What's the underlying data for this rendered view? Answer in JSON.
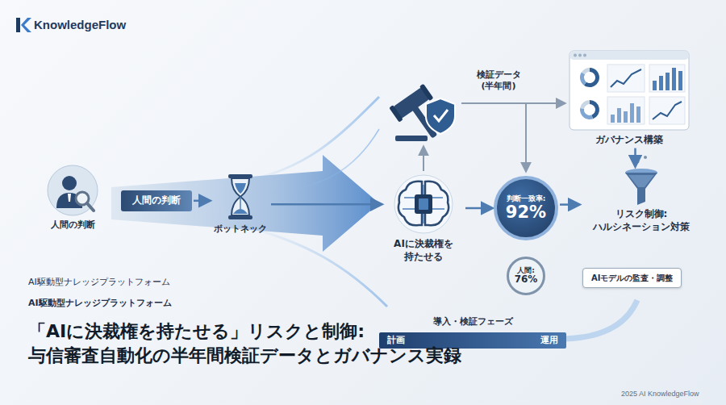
{
  "diagram": {
    "title": "「AIに決裁権を持たせる」リスクと制御: 与信審査自動化の半年間検証データとガバナンス実録",
    "nodes": [
      {
        "text": [
          "人間の判断"
        ]
      },
      {
        "text": [
          "人間の判断"
        ]
      },
      {
        "text": [
          "ボットネック"
        ]
      },
      {
        "text": [
          "AIに決裁権を 持たせる"
        ]
      },
      {
        "text": [
          "ガバナンス構築"
        ]
      },
      {
        "text": [
          "判断一致率:",
          "92%"
        ]
      },
      {
        "text": [
          "人間:",
          "76%"
        ]
      },
      {
        "text": [
          "リスク制御: ハルシネーション対策"
        ]
      },
      {
        "text": [
          "AIモデルの監査・調整"
        ]
      },
      {
        "text": [
          "計画",
          "導入・検証フェーズ",
          "運用"
        ]
      }
    ],
    "edges": [
      {
        "from": 1,
        "to": 2,
        "arrow": "to"
      },
      {
        "from": 2,
        "to": 3,
        "arrow": "to"
      },
      {
        "from": 3,
        "to": 5,
        "arrow": "to"
      },
      {
        "from": 5,
        "to": 7,
        "arrow": "to"
      },
      {
        "from": 4,
        "to": 7,
        "arrow": "to"
      }
    ],
    "labels": [
      "KnowledgeFlow",
      "検証データ (半年間)",
      "AI駆動型ナレッジプラットフォーム",
      "AI駆動型ナレッジプラットフォーム",
      "2025 AI KnowledgeFlow"
    ]
  }
}
